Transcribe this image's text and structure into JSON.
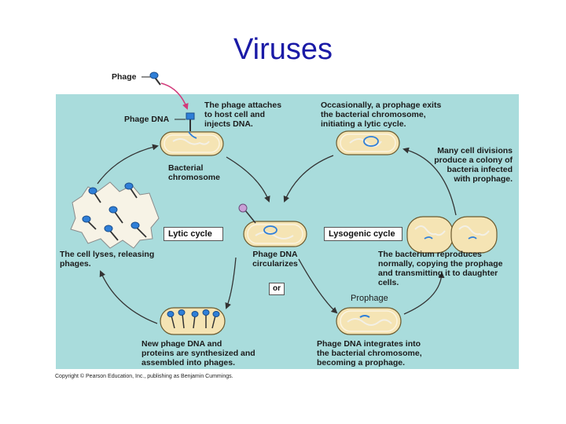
{
  "title": "Viruses",
  "colors": {
    "panel": "#a9dcdc",
    "cell": "#f5e4b4",
    "chromosome": "#f3f0e6",
    "phage_dna": "#2f7fd8",
    "arrow": "#333333",
    "pink_arrow": "#d23a7a",
    "title": "#1a1aa6"
  },
  "labels": {
    "phage": "Phage",
    "phage_dna": "Phage DNA",
    "attaches": [
      "The phage attaches",
      "to host cell and",
      "injects DNA."
    ],
    "bacterial_chromosome": [
      "Bacterial",
      "chromosome"
    ],
    "occasionally": [
      "Occasionally, a prophage exits",
      "the bacterial chromosome,",
      "initiating a lytic cycle."
    ],
    "many_divisions": [
      "Many cell divisions",
      "produce a colony of",
      "bacteria infected",
      "with prophage."
    ],
    "lytic_cycle": "Lytic cycle",
    "lysogenic_cycle": "Lysogenic cycle",
    "lyses": [
      "The cell lyses, releasing",
      "phages."
    ],
    "circularizes": [
      "Phage DNA",
      "circularizes"
    ],
    "or": "or",
    "reproduces": [
      "The bacterium reproduces",
      "normally, copying the prophage",
      "and transmitting it to daughter",
      "cells."
    ],
    "prophage": "Prophage",
    "new_dna": [
      "New phage DNA and",
      "proteins are synthesized and",
      "assembled into phages."
    ],
    "integrates": [
      "Phage DNA integrates into",
      "the bacterial chromosome,",
      "becoming a prophage."
    ]
  },
  "copyright": "Copyright © Pearson Education, Inc., publishing as Benjamin Cummings."
}
